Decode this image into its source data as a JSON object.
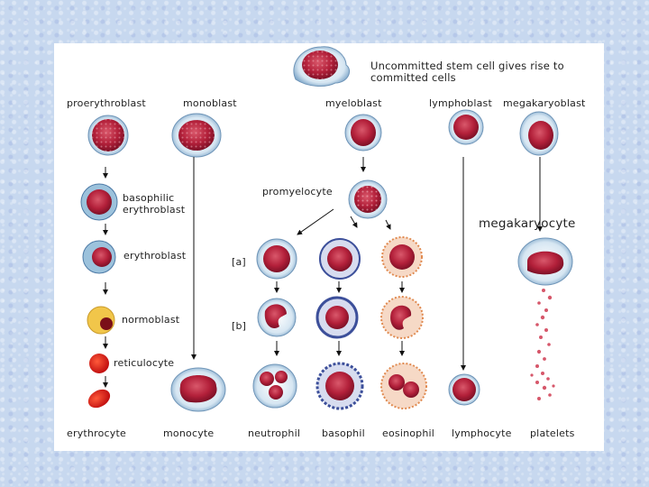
{
  "title": "Uncommitted stem cell gives rise to committed cells",
  "labels": {
    "proerythroblast": "proerythroblast",
    "monoblast": "monoblast",
    "myeloblast": "myeloblast",
    "lymphoblast": "lymphoblast",
    "megakaryoblast": "megakaryoblast",
    "basophilic_erythroblast_1": "basophilic",
    "basophilic_erythroblast_2": "erythroblast",
    "promyelocyte": "promyelocyte",
    "megakaryocyte": "megakaryocyte",
    "erythroblast": "erythroblast",
    "stage_a": "[a]",
    "normoblast": "normoblast",
    "stage_b": "[b]",
    "reticulocyte": "reticulocyte",
    "erythrocyte": "erythrocyte",
    "monocyte": "monocyte",
    "neutrophil": "neutrophil",
    "basophil": "basophil",
    "eosinophil": "eosinophil",
    "lymphocyte": "lymphocyte",
    "platelets": "platelets"
  },
  "colors": {
    "background": "#c7d8ef",
    "panel": "#ffffff",
    "cytoplasm_blue": "#9cc2dc",
    "nucleus_red": "#b3203a",
    "erythrocyte_red": "#e0201a",
    "eosin_orange": "#e08a50",
    "basophil_blue": "#3c4f9a"
  }
}
